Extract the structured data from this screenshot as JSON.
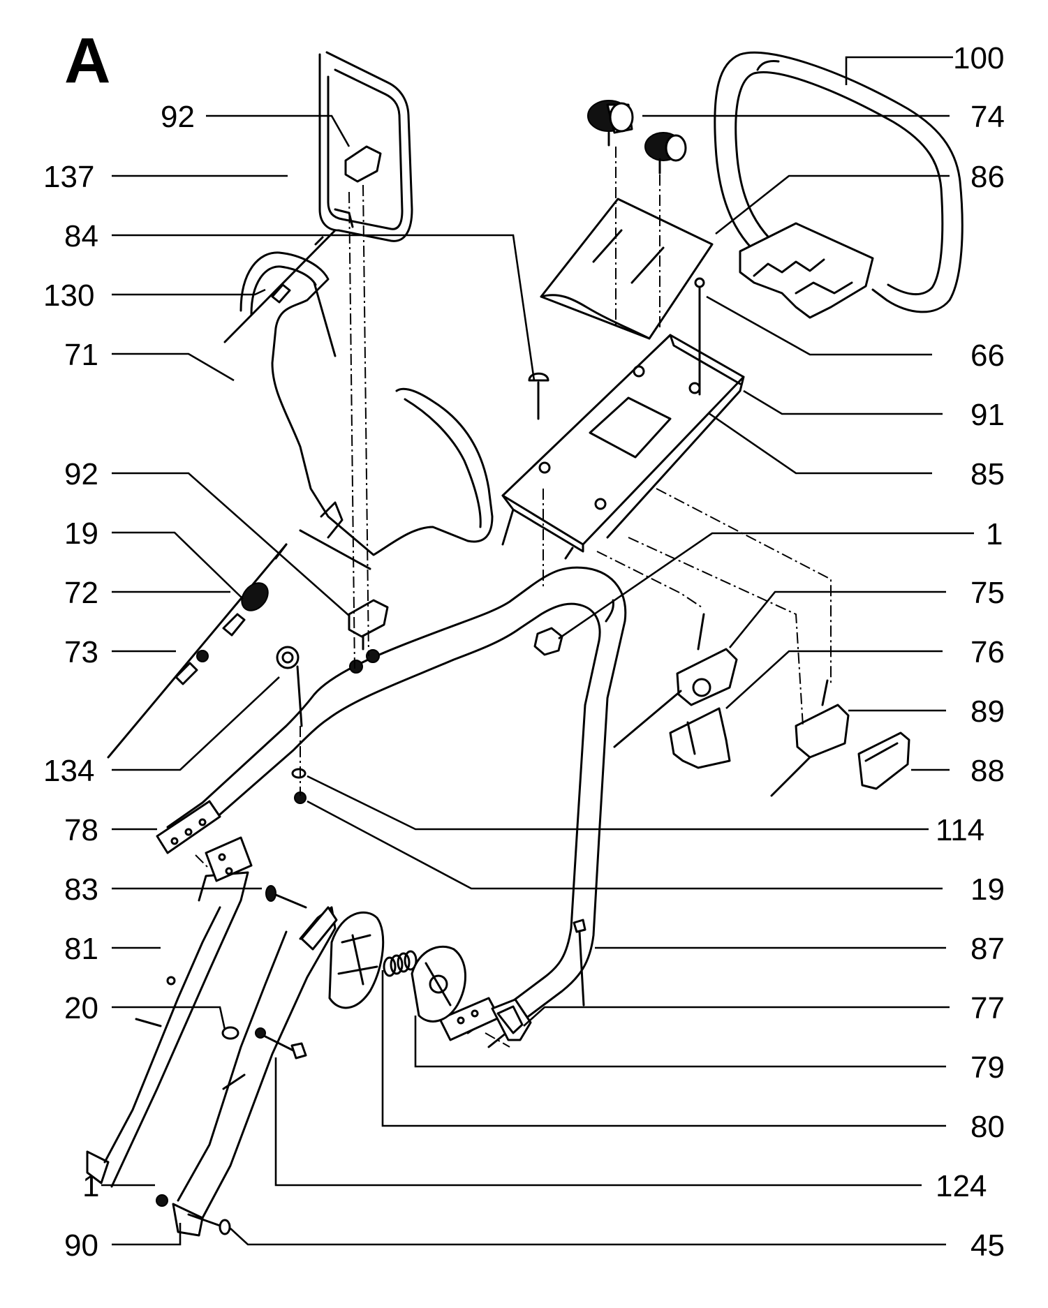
{
  "section_letter": "A",
  "callouts": [
    {
      "id": "c100",
      "label": "100"
    },
    {
      "id": "c74",
      "label": "74"
    },
    {
      "id": "c86",
      "label": "86"
    },
    {
      "id": "c66",
      "label": "66"
    },
    {
      "id": "c91",
      "label": "91"
    },
    {
      "id": "c85",
      "label": "85"
    },
    {
      "id": "c1a",
      "label": "1"
    },
    {
      "id": "c75",
      "label": "75"
    },
    {
      "id": "c76",
      "label": "76"
    },
    {
      "id": "c89",
      "label": "89"
    },
    {
      "id": "c88",
      "label": "88"
    },
    {
      "id": "c114",
      "label": "114"
    },
    {
      "id": "c19b",
      "label": "19"
    },
    {
      "id": "c87",
      "label": "87"
    },
    {
      "id": "c77",
      "label": "77"
    },
    {
      "id": "c79",
      "label": "79"
    },
    {
      "id": "c80",
      "label": "80"
    },
    {
      "id": "c124",
      "label": "124"
    },
    {
      "id": "c45",
      "label": "45"
    },
    {
      "id": "c92a",
      "label": "92"
    },
    {
      "id": "c137",
      "label": "137"
    },
    {
      "id": "c84",
      "label": "84"
    },
    {
      "id": "c130",
      "label": "130"
    },
    {
      "id": "c71",
      "label": "71"
    },
    {
      "id": "c92b",
      "label": "92"
    },
    {
      "id": "c19a",
      "label": "19"
    },
    {
      "id": "c72",
      "label": "72"
    },
    {
      "id": "c73",
      "label": "73"
    },
    {
      "id": "c134",
      "label": "134"
    },
    {
      "id": "c78",
      "label": "78"
    },
    {
      "id": "c83",
      "label": "83"
    },
    {
      "id": "c81",
      "label": "81"
    },
    {
      "id": "c20",
      "label": "20"
    },
    {
      "id": "c1b",
      "label": "1"
    },
    {
      "id": "c90",
      "label": "90"
    }
  ]
}
